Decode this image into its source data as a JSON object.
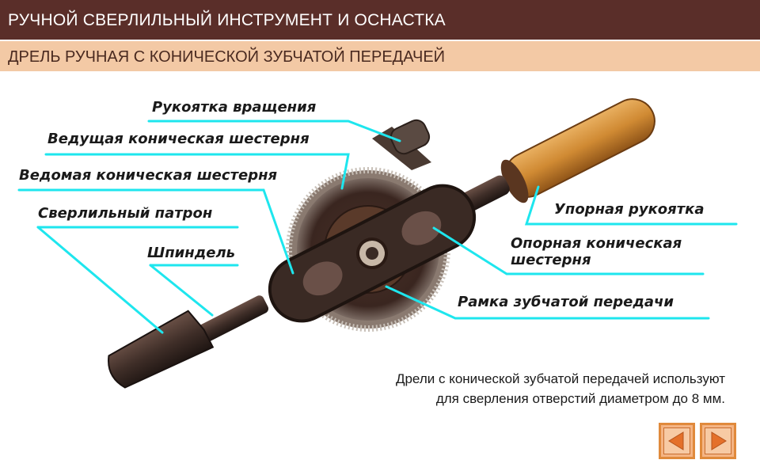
{
  "header": {
    "title": "РУЧНОЙ СВЕРЛИЛЬНЫЙ ИНСТРУМЕНТ И ОСНАСТКА",
    "subtitle": "ДРЕЛЬ РУЧНАЯ С КОНИЧЕСКОЙ ЗУБЧАТОЙ ПЕРЕДАЧЕЙ"
  },
  "labels": {
    "crank_handle": "Рукоятка вращения",
    "drive_bevel_gear": "Ведущая коническая шестерня",
    "driven_bevel_gear": "Ведомая коническая шестерня",
    "drill_chuck": "Сверлильный патрон",
    "spindle": "Шпиндель",
    "support_handle": "Упорная рукоятка",
    "support_bevel_gear_line1": "Опорная коническая",
    "support_bevel_gear_line2": "шестерня",
    "gear_frame": "Рамка зубчатой передачи"
  },
  "note": {
    "line1": "Дрели с конической зубчатой передачей используют",
    "line2": "для сверления отверстий диаметром до 8 мм."
  },
  "colors": {
    "title_bg": "#5a2e29",
    "subtitle_bg": "#f3c9a5",
    "leader_line": "#1ee6ee",
    "nav_button": "#f4b484"
  },
  "nav": {
    "prev_icon": "triangle-left-icon",
    "next_icon": "triangle-right-icon"
  }
}
